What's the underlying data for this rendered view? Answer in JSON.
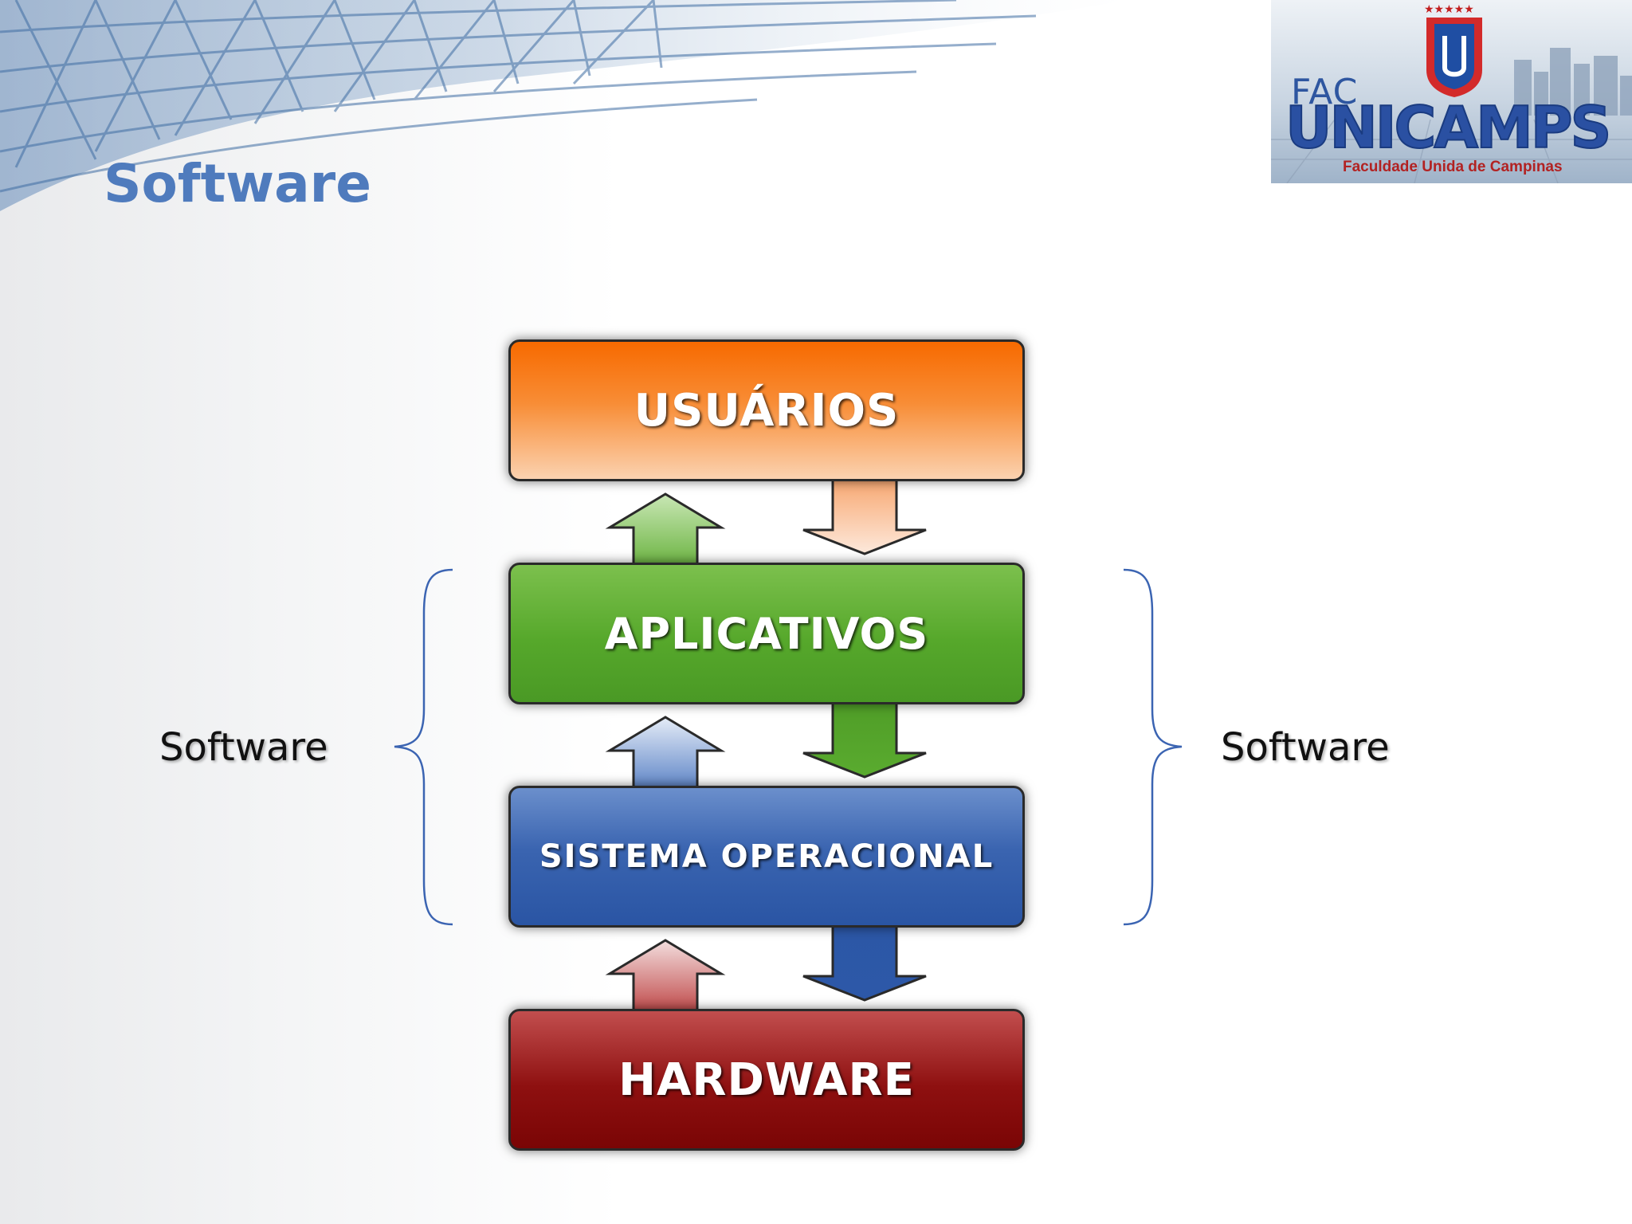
{
  "slide": {
    "title": "Software"
  },
  "logo": {
    "fac": "FAC",
    "name": "UNICAMPS",
    "subtitle": "Faculdade Unida de Campinas",
    "stars": "★★★★★"
  },
  "layers": [
    {
      "id": "users",
      "label": "USUÁRIOS",
      "color": "#f76a00"
    },
    {
      "id": "apps",
      "label": "APLICATIVOS",
      "color": "#56a82b"
    },
    {
      "id": "os",
      "label": "SISTEMA OPERACIONAL",
      "color": "#3a64b0"
    },
    {
      "id": "hw",
      "label": "HARDWARE",
      "color": "#8e1010"
    }
  ],
  "braces": {
    "left_label": "Software",
    "right_label": "Software",
    "color": "#3b64b2"
  },
  "colors": {
    "title": "#4f7bbd"
  }
}
